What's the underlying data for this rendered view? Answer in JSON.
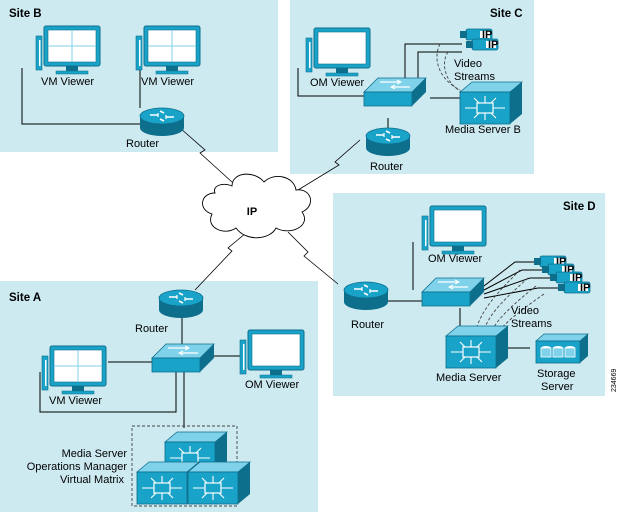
{
  "colors": {
    "site_bg": "#cdeaf1",
    "device": "#1aa3c8",
    "device_dark": "#0d6f8c",
    "device_light": "#7fd2ea",
    "screen": "#ffffff",
    "cloud": "#ffffff",
    "line": "#000000"
  },
  "sites": {
    "b": {
      "title": "Site B",
      "viewer1": "VM Viewer",
      "viewer2": "VM Viewer",
      "router": "Router"
    },
    "c": {
      "title": "Site C",
      "viewer": "OM Viewer",
      "streams": [
        "Video",
        "Streams"
      ],
      "media_server": "Media Server B",
      "router": "Router"
    },
    "d": {
      "title": "Site D",
      "viewer": "OM Viewer",
      "router": "Router",
      "streams": [
        "Video",
        "Streams"
      ],
      "media_server": "Media Server",
      "storage": [
        "Storage",
        "Server"
      ]
    },
    "a": {
      "title": "Site A",
      "router": "Router",
      "vm_viewer": "VM Viewer",
      "om_viewer": "OM Viewer",
      "servers": [
        "Media Server",
        "Operations Manager",
        "Virtual Matrix"
      ]
    }
  },
  "cloud_label": "IP",
  "camera_label": "IP",
  "figure_id": "234669"
}
